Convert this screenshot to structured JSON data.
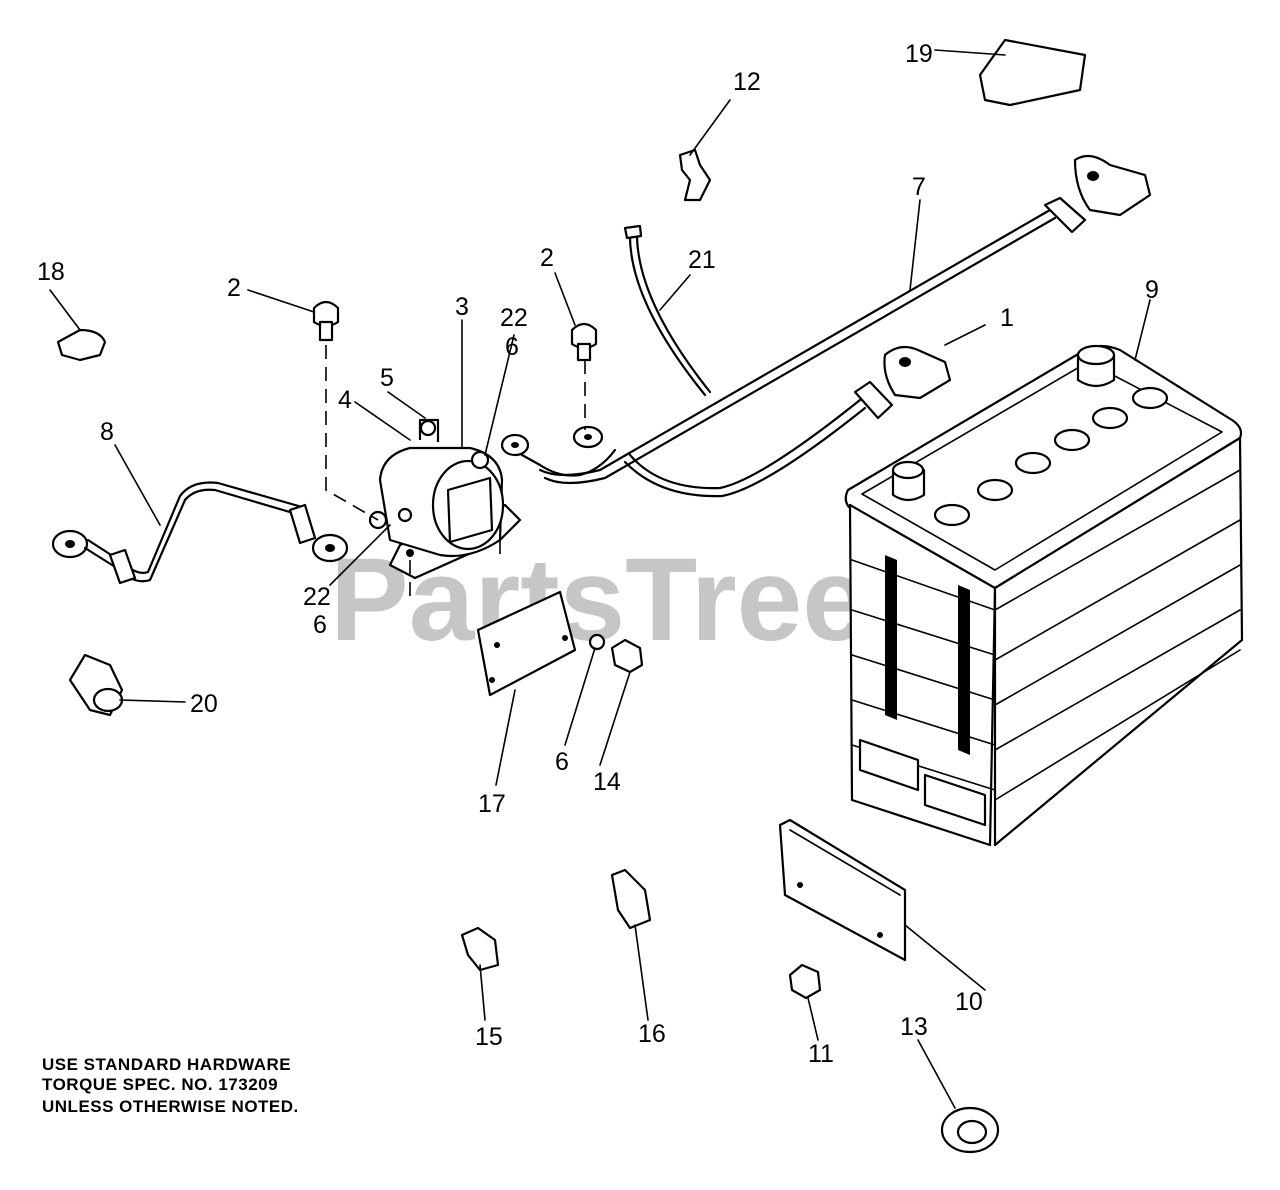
{
  "watermark": {
    "text": "PartsTree",
    "trademark": "™"
  },
  "note": {
    "lines": [
      "USE STANDARD HARDWARE",
      "TORQUE SPEC. NO. 173209",
      "UNLESS OTHERWISE NOTED."
    ]
  },
  "callouts": {
    "c1": "1",
    "c2a": "2",
    "c2b": "2",
    "c3": "3",
    "c4": "4",
    "c5": "5",
    "c6a": "6",
    "c6b": "6",
    "c6c": "6",
    "c7": "7",
    "c8": "8",
    "c9": "9",
    "c10": "10",
    "c11": "11",
    "c12": "12",
    "c13": "13",
    "c14": "14",
    "c15": "15",
    "c16": "16",
    "c17": "17",
    "c18": "18",
    "c19": "19",
    "c20": "20",
    "c21": "21",
    "c22a": "22",
    "c22b": "22"
  }
}
